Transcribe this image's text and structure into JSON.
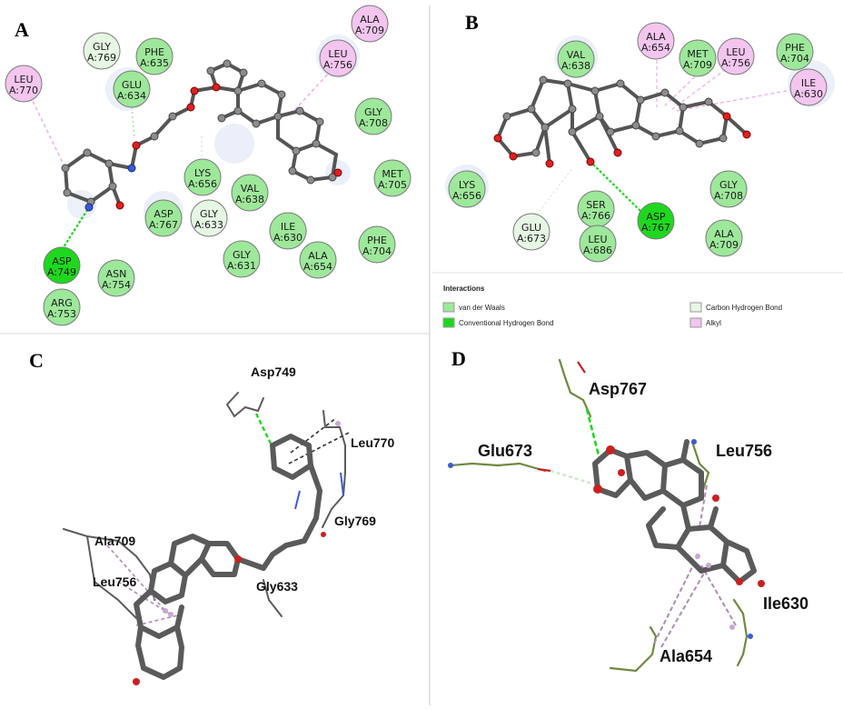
{
  "panels": {
    "A": "A",
    "B": "B",
    "C": "C",
    "D": "D"
  },
  "colors": {
    "vdw": "#9de89a",
    "hbond": "#1ed81e",
    "ch_bond": "#e6f7e4",
    "alkyl": "#f3c5ef",
    "ligand_atom": "#8c8c8c",
    "oxygen": "#e02020",
    "nitrogen": "#3a5ad8",
    "stick_ligand": "#5a5a5a",
    "stick_residue_C": "#5b5b5b",
    "stick_residue_D": "#6f8a3f"
  },
  "legend": {
    "title": "Interactions",
    "items": [
      {
        "label": "van der Waals",
        "color": "#9de89a"
      },
      {
        "label": "Conventional Hydrogen Bond",
        "color": "#1ed81e"
      },
      {
        "label": "Carbon Hydrogen Bond",
        "color": "#e6f7e4"
      },
      {
        "label": "Alkyl",
        "color": "#f3c5ef"
      }
    ]
  },
  "panelA": {
    "residues": [
      {
        "id": "gly769",
        "l1": "GLY",
        "l2": "A:769",
        "type": "ch_bond"
      },
      {
        "id": "phe635",
        "l1": "PHE",
        "l2": "A:635",
        "type": "vdw"
      },
      {
        "id": "glu634",
        "l1": "GLU",
        "l2": "A:634",
        "type": "vdw"
      },
      {
        "id": "leu770",
        "l1": "LEU",
        "l2": "A:770",
        "type": "alkyl"
      },
      {
        "id": "ala709",
        "l1": "ALA",
        "l2": "A:709",
        "type": "alkyl"
      },
      {
        "id": "leu756",
        "l1": "LEU",
        "l2": "A:756",
        "type": "alkyl"
      },
      {
        "id": "gly708",
        "l1": "GLY",
        "l2": "A:708",
        "type": "vdw"
      },
      {
        "id": "met705",
        "l1": "MET",
        "l2": "A:705",
        "type": "vdw"
      },
      {
        "id": "lys656",
        "l1": "LYS",
        "l2": "A:656",
        "type": "vdw"
      },
      {
        "id": "asp767",
        "l1": "ASP",
        "l2": "A:767",
        "type": "vdw"
      },
      {
        "id": "gly633",
        "l1": "GLY",
        "l2": "A:633",
        "type": "ch_bond"
      },
      {
        "id": "val638",
        "l1": "VAL",
        "l2": "A:638",
        "type": "vdw"
      },
      {
        "id": "ile630",
        "l1": "ILE",
        "l2": "A:630",
        "type": "vdw"
      },
      {
        "id": "phe704",
        "l1": "PHE",
        "l2": "A:704",
        "type": "vdw"
      },
      {
        "id": "gly631",
        "l1": "GLY",
        "l2": "A:631",
        "type": "vdw"
      },
      {
        "id": "ala654",
        "l1": "ALA",
        "l2": "A:654",
        "type": "vdw"
      },
      {
        "id": "asp749",
        "l1": "ASP",
        "l2": "A:749",
        "type": "hbond"
      },
      {
        "id": "asn754",
        "l1": "ASN",
        "l2": "A:754",
        "type": "vdw"
      },
      {
        "id": "arg753",
        "l1": "ARG",
        "l2": "A:753",
        "type": "vdw"
      }
    ]
  },
  "panelB": {
    "residues": [
      {
        "id": "val638",
        "l1": "VAL",
        "l2": "A:638",
        "type": "vdw"
      },
      {
        "id": "ala654",
        "l1": "ALA",
        "l2": "A:654",
        "type": "alkyl"
      },
      {
        "id": "met709",
        "l1": "MET",
        "l2": "A:709",
        "type": "vdw"
      },
      {
        "id": "leu756",
        "l1": "LEU",
        "l2": "A:756",
        "type": "alkyl"
      },
      {
        "id": "phe704",
        "l1": "PHE",
        "l2": "A:704",
        "type": "vdw"
      },
      {
        "id": "ile630",
        "l1": "ILE",
        "l2": "A:630",
        "type": "alkyl"
      },
      {
        "id": "lys656",
        "l1": "LYS",
        "l2": "A:656",
        "type": "vdw"
      },
      {
        "id": "ser766",
        "l1": "SER",
        "l2": "A:766",
        "type": "vdw"
      },
      {
        "id": "asp767",
        "l1": "ASP",
        "l2": "A:767",
        "type": "hbond"
      },
      {
        "id": "gly708",
        "l1": "GLY",
        "l2": "A:708",
        "type": "vdw"
      },
      {
        "id": "glu673",
        "l1": "GLU",
        "l2": "A:673",
        "type": "ch_bond"
      },
      {
        "id": "leu686",
        "l1": "LEU",
        "l2": "A:686",
        "type": "vdw"
      },
      {
        "id": "ala709",
        "l1": "ALA",
        "l2": "A:709",
        "type": "vdw"
      }
    ]
  },
  "panelC": {
    "labels": [
      "Asp749",
      "Leu770",
      "Gly769",
      "Ala709",
      "Leu756",
      "Gly633"
    ]
  },
  "panelD": {
    "labels": [
      "Asp767",
      "Glu673",
      "Leu756",
      "Ile630",
      "Ala654"
    ]
  }
}
